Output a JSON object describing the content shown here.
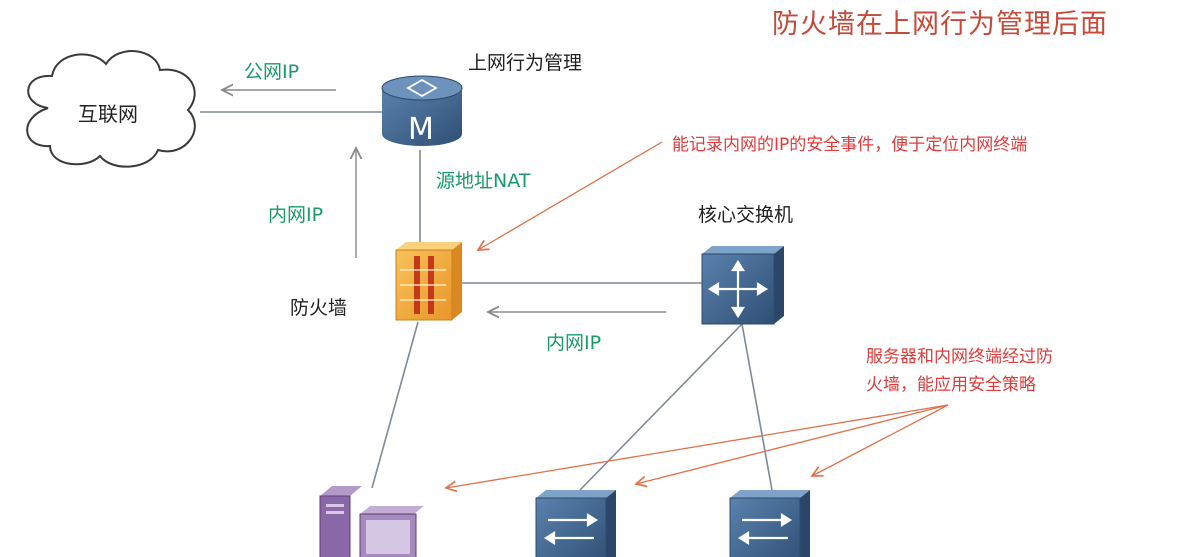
{
  "title": "防火墙在上网行为管理后面",
  "nodes": {
    "internet": "互联网",
    "behavior_mgmt": "上网行为管理",
    "behavior_mgmt_glyph": "M",
    "firewall": "防火墙",
    "core_switch": "核心交换机"
  },
  "links": {
    "public_ip": "公网IP",
    "source_nat": "源地址NAT",
    "lan_ip_left": "内网IP",
    "lan_ip_right": "内网IP"
  },
  "notes": {
    "record_events": "能记录内网的IP的安全事件，便于定位内网终端",
    "policy_line1": "服务器和内网终端经过防",
    "policy_line2": "火墙，能应用安全策略"
  },
  "colors": {
    "title": "#c44a3a",
    "ip_label": "#1a9a6a",
    "note": "#e03a3a",
    "device_blue": "#3d5f86",
    "firewall_orange": "#f3a83b",
    "server_purple": "#8a67a6"
  }
}
